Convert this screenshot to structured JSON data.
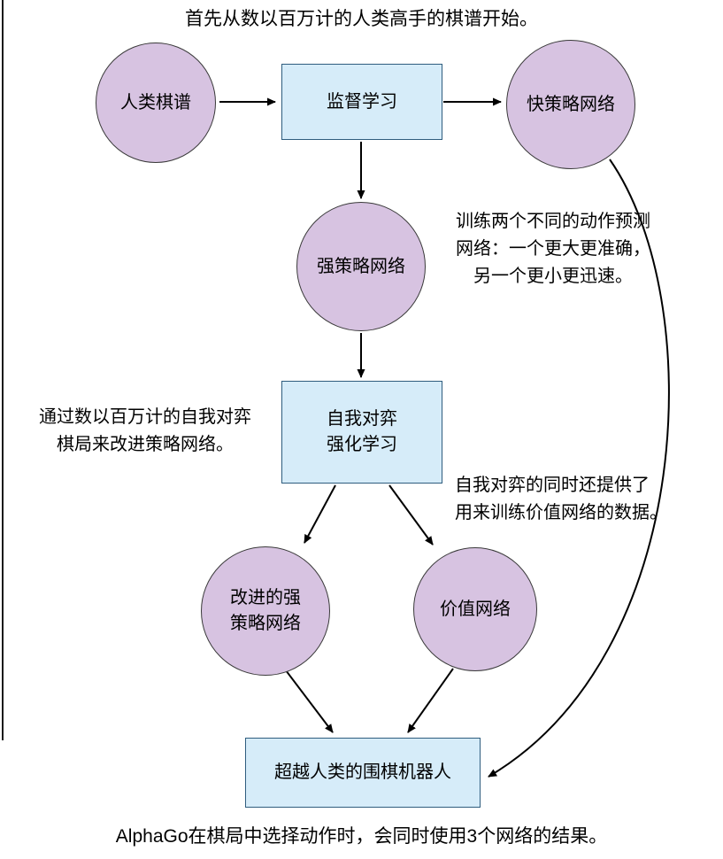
{
  "diagram": {
    "caption_top": "首先从数以百万计的人类高手的棋谱开始。",
    "caption_bottom": "AlphaGo在棋局中选择动作时，会同时使用3个网络的结果。",
    "nodes": {
      "human_games": "人类棋谱",
      "supervised_learning": "监督学习",
      "fast_policy_network": "快策略网络",
      "strong_policy_network": "强策略网络",
      "self_play_rl": "自我对弈\n强化学习",
      "improved_strong_policy_network": "改进的强\n策略网络",
      "value_network": "价值网络",
      "superhuman_go_bot": "超越人类的围棋机器人"
    },
    "annotations": {
      "train_two_networks": "训练两个不同的动作预测\n网络：一个更大更准确，\n另一个更小更迅速。",
      "improve_policy": "通过数以百万计的自我对弈\n棋局来改进策略网络。",
      "value_data": "自我对弈的同时还提供了\n用来训练价值网络的数据。"
    },
    "colors": {
      "circle_fill": "#d7c3e1",
      "box_fill": "#d6ecf9",
      "box_border": "#2f5d7e",
      "arrow": "#000000"
    }
  }
}
